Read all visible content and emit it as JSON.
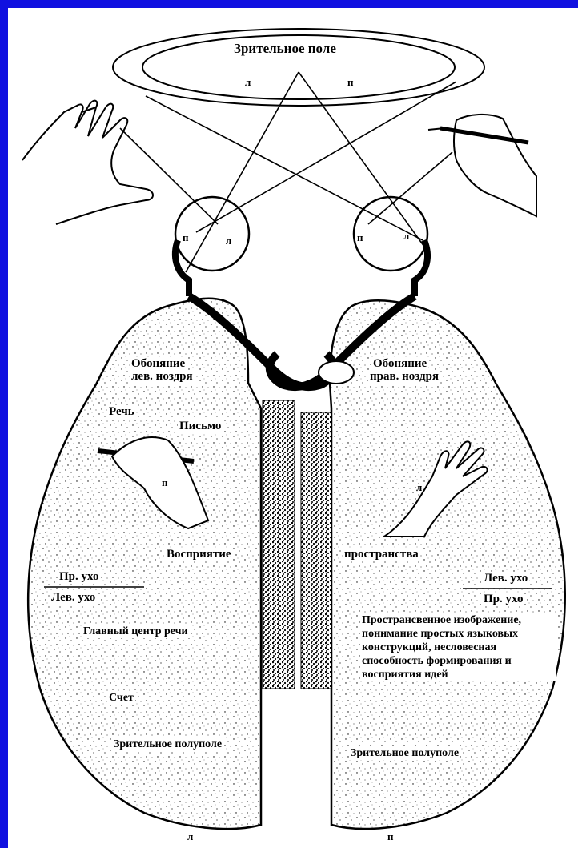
{
  "diagram": {
    "visual_field": {
      "title": "Зрительное поле",
      "left_letter": "л",
      "right_letter": "п"
    },
    "left_eye": {
      "left_letter": "п",
      "right_letter": "л"
    },
    "right_eye": {
      "left_letter": "п",
      "right_letter": "л"
    },
    "left_hemisphere": {
      "smell": "Обоняние",
      "smell_nostril": "лев. ноздря",
      "speech": "Речь",
      "writing": "Письмо",
      "hand_letter": "п",
      "perception": "Восприятие",
      "right_ear": "Пр. ухо",
      "left_ear": "Лев. ухо",
      "speech_center": "Главный центр речи",
      "counting": "Счет",
      "half_field": "Зрительное полуполе",
      "bottom_letter": "л"
    },
    "right_hemisphere": {
      "smell": "Обоняние",
      "smell_nostril": "прав. ноздря",
      "hand_letter": "л",
      "space": "пространства",
      "left_ear": "Лев. ухо",
      "right_ear": "Пр. ухо",
      "functions": "Пространсвенное изображение, понимание простых языковых конструкций, несловесная способность формирования и восприятия идей",
      "half_field": "Зрительное полуполе",
      "bottom_letter": "п"
    }
  },
  "colors": {
    "frame": "#1010e0",
    "background": "#ffffff",
    "ink": "#000000"
  }
}
